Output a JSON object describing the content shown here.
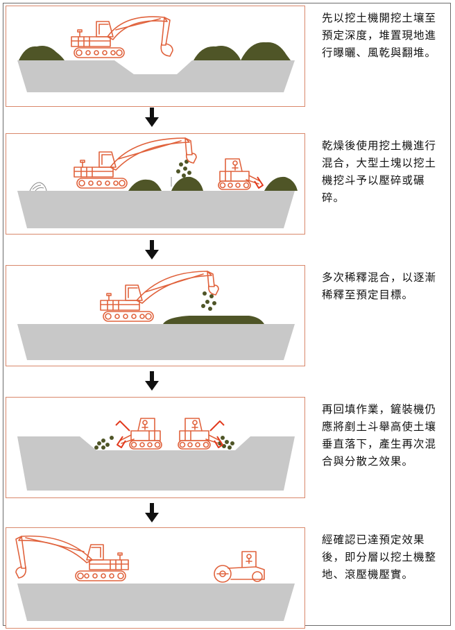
{
  "steps": [
    {
      "id": 1,
      "caption": "先以挖土機開挖土壤至預定深度，堆置現地進行曝曬、風乾與翻堆。"
    },
    {
      "id": 2,
      "caption": "乾燥後使用挖土機進行混合，大型土塊以挖土機挖斗予以壓碎或碾碎。"
    },
    {
      "id": 3,
      "caption": "多次稀釋混合，以逐漸稀釋至預定目標。"
    },
    {
      "id": 4,
      "caption": "再回填作業，鏟裝機仍應將剷土斗舉高使土壤垂直落下，產生再次混合與分散之效果。"
    },
    {
      "id": 5,
      "caption": "經確認已達預定效果後，即分層以挖土機整地、滾壓機壓實。"
    }
  ],
  "colors": {
    "ground": "#c8c8c8",
    "soil": "#4f5527",
    "machine_line": "#e0623c",
    "panel_border": "#d9876a",
    "arrow": "#111111",
    "outer_border": "#6a6a6a"
  },
  "icons": [
    "excavator-icon",
    "bulldozer-icon",
    "loader-icon",
    "roller-icon",
    "soil-pile-icon",
    "down-arrow-icon"
  ]
}
